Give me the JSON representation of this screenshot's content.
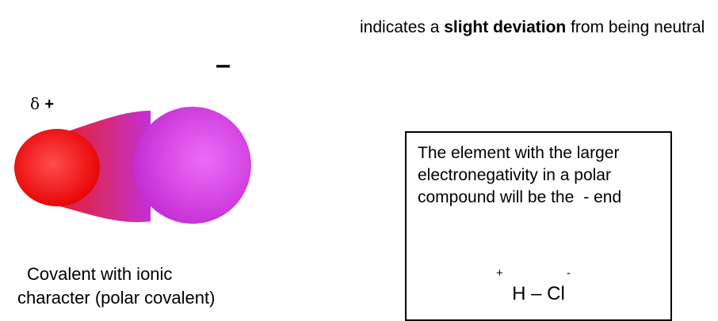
{
  "intro": {
    "before": "indicates a ",
    "bold": "slight deviation",
    "after": " from being neutral"
  },
  "minus_sign": "–",
  "delta_label": {
    "symbol": "δ",
    "sign": "+"
  },
  "molecule": {
    "small_atom_color": "#ff1a1a",
    "large_atom_color": "#c42fd6",
    "large_atom_highlight": "#ee6cf7"
  },
  "caption": {
    "line1": "Covalent with ionic",
    "line2": "character (polar covalent)"
  },
  "box": {
    "text": "The element with the larger electronegativity in a polar compound will be the",
    "end_text": "- end",
    "charge_left": "+",
    "charge_right": "-",
    "formula": "H – Cl"
  }
}
